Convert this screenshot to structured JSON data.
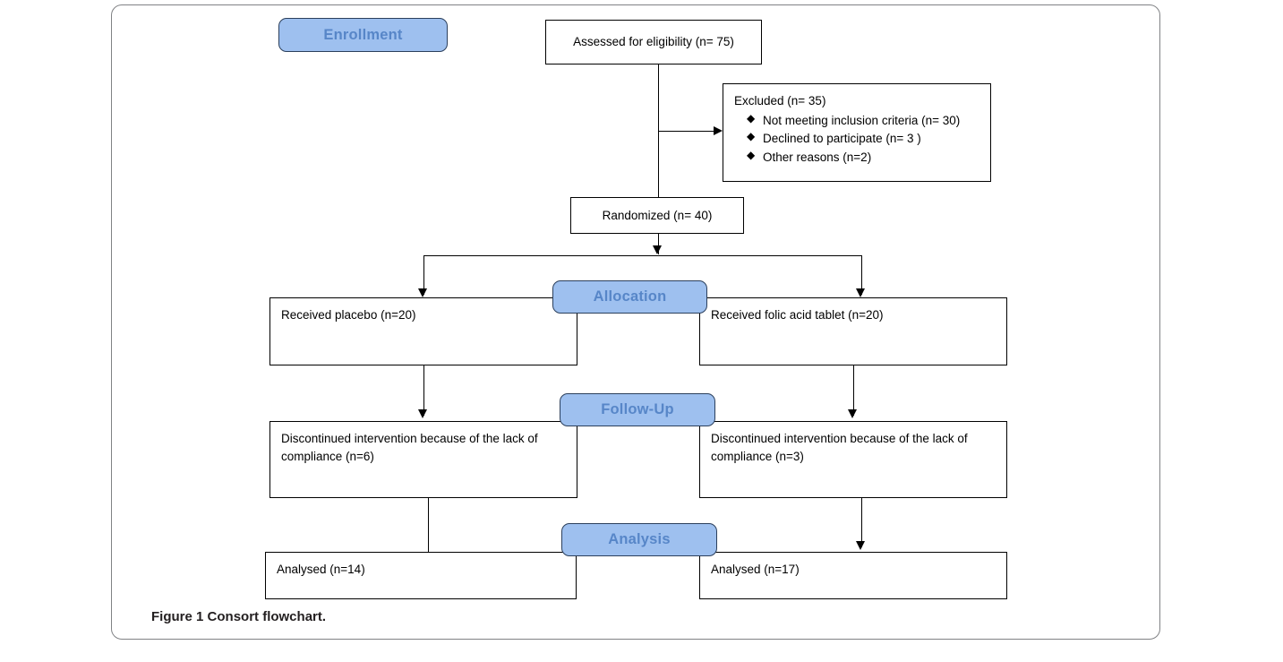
{
  "figure": {
    "caption_label": "Figure 1",
    "caption_text": "Consort flowchart."
  },
  "colors": {
    "pill_fill": "#9ec0ef",
    "pill_border": "#2b3f5c",
    "pill_text": "#5786c8",
    "box_border": "#000000",
    "frame_border": "#808285",
    "connector": "#000000"
  },
  "stages": {
    "enrollment": "Enrollment",
    "allocation": "Allocation",
    "followup": "Follow-Up",
    "analysis": "Analysis"
  },
  "nodes": {
    "assessed": "Assessed for eligibility (n= 75)",
    "excluded_title": "Excluded (n= 35)",
    "excluded_items": [
      "Not meeting inclusion criteria (n= 30)",
      "Declined to participate (n= 3 )",
      "Other reasons (n=2)"
    ],
    "excluded_bullet": "diamond-bullet",
    "randomized": "Randomized (n= 40)",
    "allocation_left": "Received placebo (n=20)",
    "allocation_right": "Received folic acid tablet (n=20)",
    "followup_left": "Discontinued intervention because of the lack of compliance (n=6)",
    "followup_right": "Discontinued intervention because of the lack of compliance (n=3)",
    "analysis_left": "Analysed (n=14)",
    "analysis_right": "Analysed (n=17)"
  },
  "chart_data": {
    "type": "diagram",
    "title": "Consort flowchart",
    "diagram_kind": "CONSORT participant flow",
    "stages": [
      "Enrollment",
      "Allocation",
      "Follow-Up",
      "Analysis"
    ],
    "flow": [
      {
        "stage": "Enrollment",
        "node": "Assessed for eligibility",
        "n": 75
      },
      {
        "stage": "Enrollment",
        "node": "Excluded",
        "n": 35,
        "reasons": [
          {
            "label": "Not meeting inclusion criteria",
            "n": 30
          },
          {
            "label": "Declined to participate",
            "n": 3
          },
          {
            "label": "Other reasons",
            "n": 2
          }
        ]
      },
      {
        "stage": "Enrollment",
        "node": "Randomized",
        "n": 40
      },
      {
        "stage": "Allocation",
        "arm": "placebo",
        "node": "Received placebo",
        "n": 20
      },
      {
        "stage": "Allocation",
        "arm": "folic acid",
        "node": "Received folic acid tablet",
        "n": 20
      },
      {
        "stage": "Follow-Up",
        "arm": "placebo",
        "node": "Discontinued intervention because of the lack of compliance",
        "n": 6
      },
      {
        "stage": "Follow-Up",
        "arm": "folic acid",
        "node": "Discontinued intervention because of the lack of compliance",
        "n": 3
      },
      {
        "stage": "Analysis",
        "arm": "placebo",
        "node": "Analysed",
        "n": 14
      },
      {
        "stage": "Analysis",
        "arm": "folic acid",
        "node": "Analysed",
        "n": 17
      }
    ]
  }
}
